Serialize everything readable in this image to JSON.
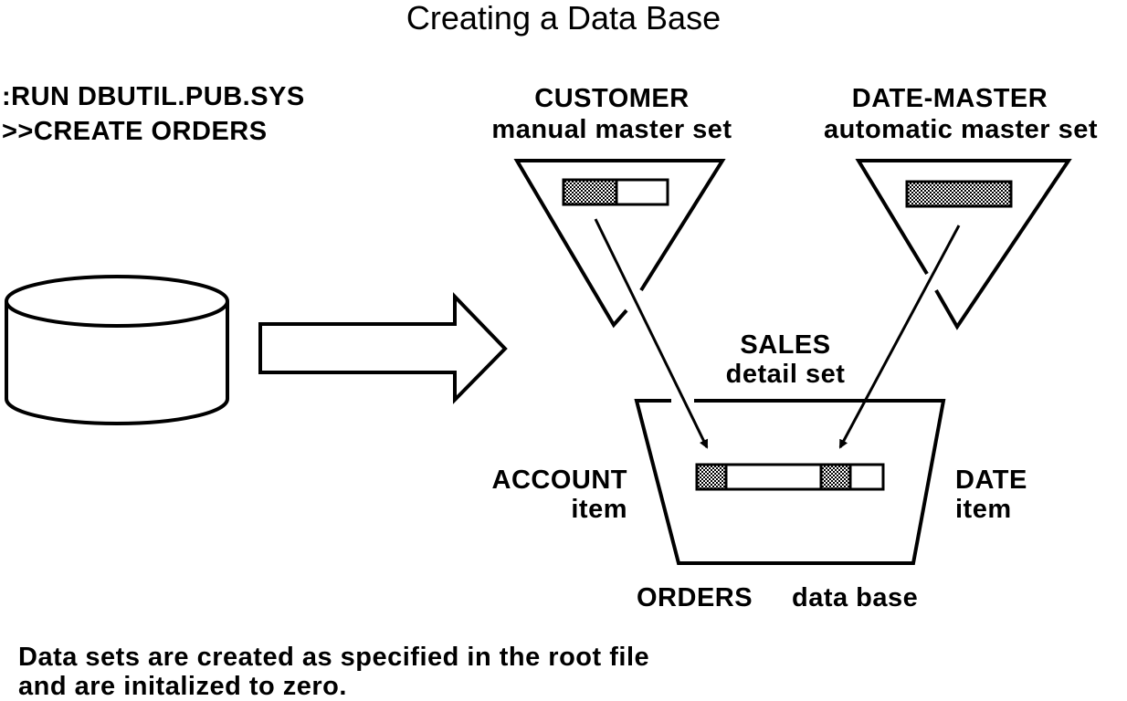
{
  "title": "Creating a Data Base",
  "commands": [
    ":RUN DBUTIL.PUB.SYS",
    ">>CREATE ORDERS"
  ],
  "customer": {
    "name": "CUSTOMER",
    "type": "manual master set"
  },
  "date_master": {
    "name": "DATE-MASTER",
    "type": "automatic master set"
  },
  "sales": {
    "name": "SALES",
    "type": "detail set"
  },
  "account_item": {
    "name": "ACCOUNT",
    "type": "item"
  },
  "date_item": {
    "name": "DATE",
    "type": "item"
  },
  "database_label": {
    "name": "ORDERS",
    "type": "data base"
  },
  "caption": [
    "Data sets are created as specified in the root file",
    "and are initalized to zero."
  ],
  "colors": {
    "ink": "#000000",
    "background": "#ffffff",
    "hatch": "#8c8c8c"
  }
}
